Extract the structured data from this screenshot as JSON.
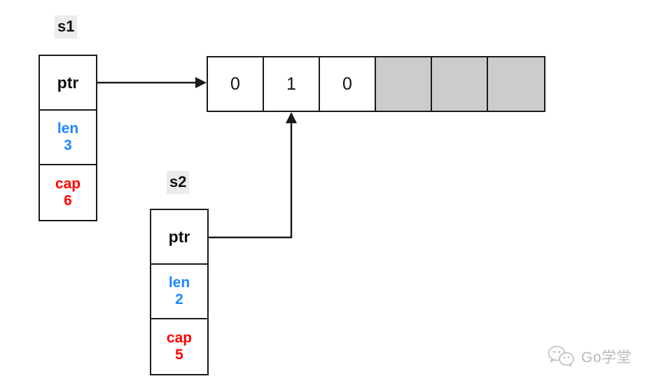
{
  "diagram_title": "go-slice-sharing-backing-array",
  "colors": {
    "len_blue": "#1e88ff",
    "cap_red": "#ff0000",
    "unused_cell_gray": "#cccccc",
    "label_background_gray": "#ebebeb",
    "line_black": "#1a1a1a",
    "watermark_gray": "#b9b9b9"
  },
  "slices": {
    "s1": {
      "label": "s1",
      "ptr_label": "ptr",
      "len_label": "len",
      "len_value": "3",
      "cap_label": "cap",
      "cap_value": "6"
    },
    "s2": {
      "label": "s2",
      "ptr_label": "ptr",
      "len_label": "len",
      "len_value": "2",
      "cap_label": "cap",
      "cap_value": "5"
    }
  },
  "array": {
    "cells": [
      {
        "value": "0",
        "used": true
      },
      {
        "value": "1",
        "used": true
      },
      {
        "value": "0",
        "used": true
      },
      {
        "value": "",
        "used": false
      },
      {
        "value": "",
        "used": false
      },
      {
        "value": "",
        "used": false
      }
    ]
  },
  "arrows": [
    {
      "from": "s1.ptr",
      "to": "array.cell.0",
      "shape": "horizontal-right"
    },
    {
      "from": "s2.ptr",
      "to": "array.cell.1",
      "shape": "right-then-up"
    }
  ],
  "watermark": {
    "text": "Go学堂",
    "icon": "wechat-bubbles-icon"
  }
}
